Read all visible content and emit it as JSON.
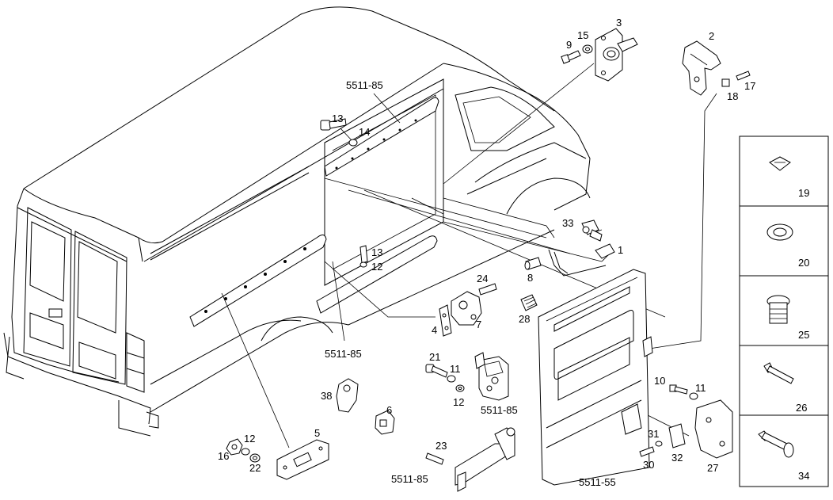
{
  "callouts": {
    "c1": "1",
    "c2": "2",
    "c3": "3",
    "c4": "4",
    "c5": "5",
    "c6": "6",
    "c7": "7",
    "c8": "8",
    "c9": "9",
    "c10": "10",
    "c11a": "11",
    "c11b": "11",
    "c12a": "12",
    "c12b": "12",
    "c12c": "12",
    "c13a": "13",
    "c13b": "13",
    "c14": "14",
    "c15": "15",
    "c16": "16",
    "c17": "17",
    "c18": "18",
    "c21": "21",
    "c22": "22",
    "c23": "23",
    "c24": "24",
    "c27": "27",
    "c28": "28",
    "c30": "30",
    "c31": "31",
    "c32": "32",
    "c33": "33",
    "c38": "38"
  },
  "group_refs": {
    "g_top": "5511-85",
    "g_mid": "5511-85",
    "g_lock": "5511-85",
    "g_bottom": "5511-85",
    "g_door": "5511-55"
  },
  "legend": [
    {
      "id": "19",
      "icon": "clip-icon"
    },
    {
      "id": "20",
      "icon": "washer-icon"
    },
    {
      "id": "25",
      "icon": "plug-icon"
    },
    {
      "id": "26",
      "icon": "bolt-icon"
    },
    {
      "id": "34",
      "icon": "flange-bolt-icon"
    }
  ]
}
